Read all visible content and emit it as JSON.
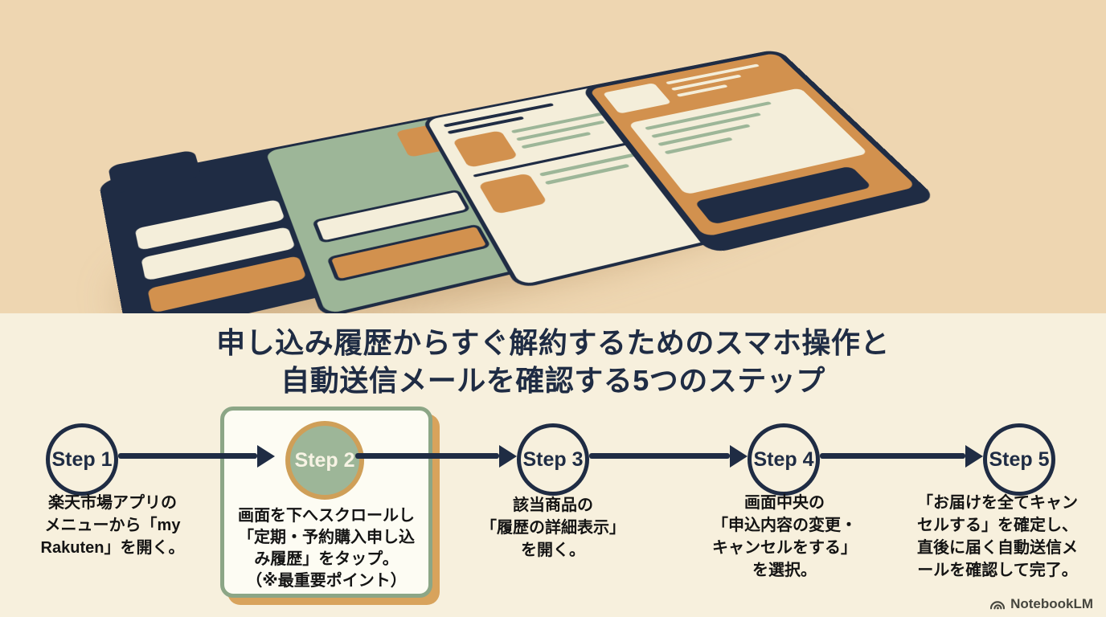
{
  "palette": {
    "bg-top": "#eed6b1",
    "bg-bottom": "#f7f0dd",
    "navy": "#1f2c44",
    "sage": "#9db698",
    "orange": "#d2914e",
    "cream": "#f4eeda",
    "box-white": "#fdfcf3",
    "box-border-green": "#8ca686",
    "box-shadow-orange": "#d8a35c",
    "circle-ring-orange": "#cf9f58",
    "text-dark": "#141414",
    "footer-gray": "#46463e"
  },
  "illustration": {
    "name": "stacked-mobile-screens-illustration"
  },
  "title": {
    "text": "申し込み履歴からすぐ解約するためのスマホ操作と\n自動送信メールを確認する5つのステップ"
  },
  "steps": [
    {
      "label": "Step 1",
      "description": "楽天市場アプリの\nメニューから「my\nRakuten」を開く。",
      "highlighted": false
    },
    {
      "label": "Step 2",
      "description": "画面を下へスクロールし\n「定期・予約購入申し込\nみ履歴」をタップ。\n（※最重要ポイント）",
      "highlighted": true
    },
    {
      "label": "Step 3",
      "description": "該当商品の\n「履歴の詳細表示」\nを開く。",
      "highlighted": false
    },
    {
      "label": "Step 4",
      "description": "画面中央の\n「申込内容の変更・\nキャンセルをする」\nを選択。",
      "highlighted": false
    },
    {
      "label": "Step 5",
      "description": "「お届けを全てキャン\nセルする」を確定し、\n直後に届く自動送信メ\nールを確認して完了。",
      "highlighted": false
    }
  ],
  "footer": {
    "brand": "NotebookLM"
  }
}
